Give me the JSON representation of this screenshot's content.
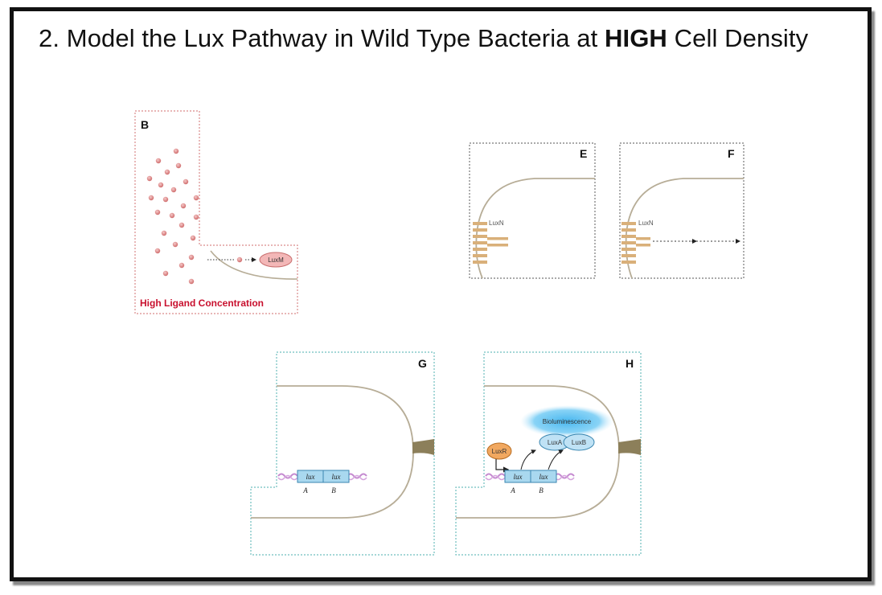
{
  "title": {
    "prefix": "2.  Model the Lux Pathway in Wild Type Bacteria at ",
    "emphasis": "HIGH",
    "suffix": " Cell Density"
  },
  "panels": {
    "b": {
      "label": "B",
      "enzyme": "LuxM",
      "caption": "High Ligand Concentration"
    },
    "e": {
      "label": "E",
      "receptor": "LuxN"
    },
    "f": {
      "label": "F",
      "receptor": "LuxN"
    },
    "g": {
      "label": "G",
      "gene_a": "lux",
      "gene_b": "lux",
      "sub_a": "A",
      "sub_b": "B"
    },
    "h": {
      "label": "H",
      "regulator": "LuxR",
      "protein_complex": "LuxA LuxB",
      "protein_a": "LuxA",
      "protein_b": "LuxB",
      "output": "Bioluminescence",
      "gene_a": "lux",
      "gene_b": "lux",
      "sub_a": "A",
      "sub_b": "B"
    }
  },
  "colors": {
    "panel_b_border": "#d98a8a",
    "panel_ef_border": "#777777",
    "panel_gh_border": "#6fbfbf",
    "ligand": "#d97a7a",
    "membrane": "#b7ad97",
    "receptor": "#d9b07a",
    "flagellum": "#8c7f5a",
    "gene_box": "#a9d8ef",
    "bioluminescence": "#2ea8e6",
    "luxr": "#f1a860"
  }
}
